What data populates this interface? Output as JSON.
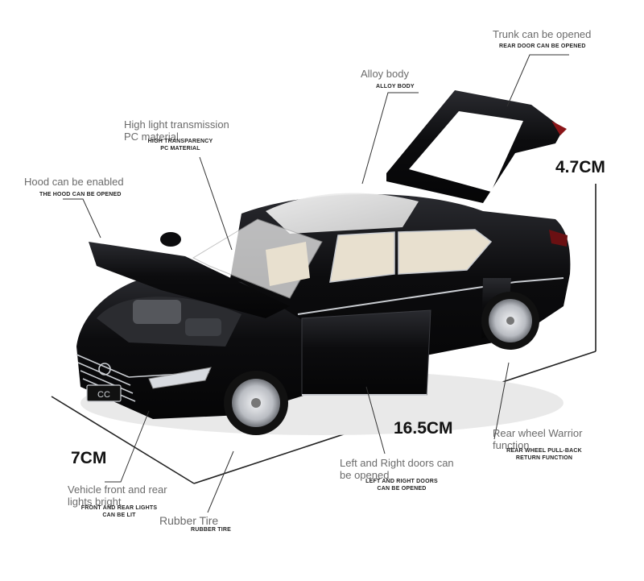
{
  "callouts": {
    "trunk": {
      "title": "Trunk can be opened",
      "caption": "REAR DOOR CAN BE OPENED"
    },
    "alloy": {
      "title": "Alloy body",
      "caption": "ALLOY BODY"
    },
    "pc": {
      "title_line1": "High light transmission",
      "title_line2": "PC material",
      "caption_line1": "HIGH TRANSPARENCY",
      "caption_line2": "PC MATERIAL"
    },
    "hood": {
      "title": "Hood can be enabled",
      "caption": "THE HOOD CAN BE OPENED"
    },
    "rear_wheel": {
      "title_line1": "Rear wheel Warrior",
      "title_line2": "function",
      "caption_line1": "REAR WHEEL PULL-BACK",
      "caption_line2": "RETURN FUNCTION"
    },
    "doors": {
      "title_line1": "Left and Right doors can",
      "title_line2": "be opened",
      "caption_line1": "LEFT AND RIGHT DOORS",
      "caption_line2": "CAN BE OPENED"
    },
    "lights": {
      "title_line1": "Vehicle front and rear",
      "title_line2": "lights bright",
      "caption_line1": "FRONT AND REAR LIGHTS",
      "caption_line2": "CAN BE LIT"
    },
    "tire": {
      "title": "Rubber Tire",
      "caption": "RUBBER TIRE"
    }
  },
  "dimensions": {
    "height": "4.7CM",
    "length": "16.5CM",
    "width": "7CM"
  },
  "badge": {
    "model": "CC"
  },
  "colors": {
    "body": "#0c0c0e",
    "interior": "#e8e0cf",
    "chrome": "#c9ccd1",
    "leader_line": "#333333"
  }
}
